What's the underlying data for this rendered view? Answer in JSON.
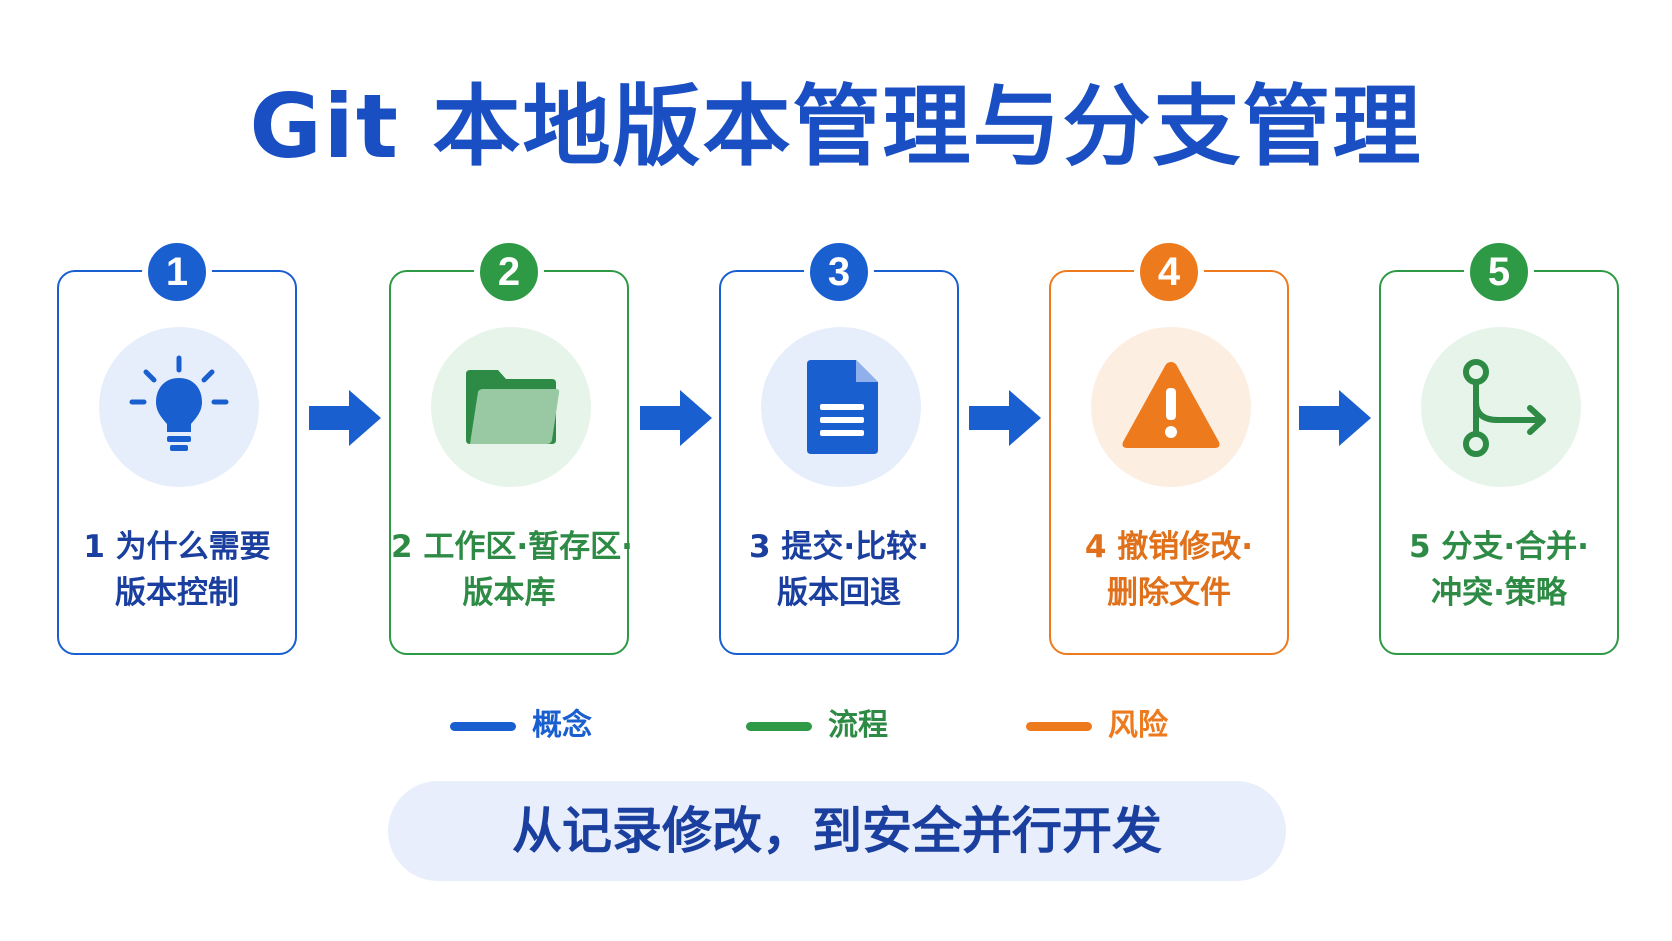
{
  "title": "Git 本地版本管理与分支管理",
  "colors": {
    "blue": "#1a5fd0",
    "green": "#2e9a45",
    "orange": "#ee7a1e"
  },
  "steps": [
    {
      "number": "1",
      "icon": "lightbulb-icon",
      "color": "blue",
      "line1": "1 为什么需要",
      "line2": "版本控制"
    },
    {
      "number": "2",
      "icon": "folder-icon",
      "color": "green",
      "line1": "2 工作区·暂存区·",
      "line2": "版本库"
    },
    {
      "number": "3",
      "icon": "document-icon",
      "color": "blue",
      "line1": "3 提交·比较·",
      "line2": "版本回退"
    },
    {
      "number": "4",
      "icon": "warning-icon",
      "color": "orange",
      "line1": "4 撤销修改·",
      "line2": "删除文件"
    },
    {
      "number": "5",
      "icon": "branch-icon",
      "color": "green",
      "line1": "5 分支·合并·",
      "line2": "冲突·策略"
    }
  ],
  "legend": [
    {
      "label": "概念",
      "color": "blue"
    },
    {
      "label": "流程",
      "color": "green"
    },
    {
      "label": "风险",
      "color": "orange"
    }
  ],
  "footer": "从记录修改，到安全并行开发"
}
